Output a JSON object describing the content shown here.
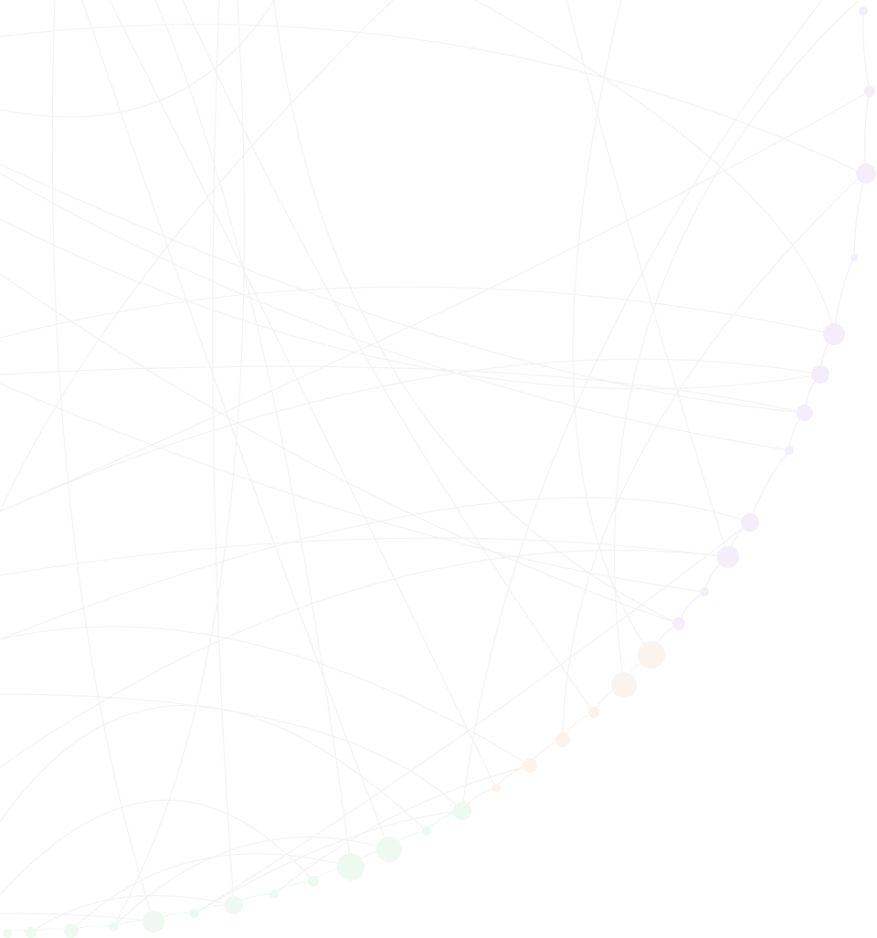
{
  "diagram": {
    "type": "circular-network",
    "background": "#ffffff",
    "edge_color": "#f2f2f2",
    "node_groups": [
      {
        "name": "",
        "color": "#f3eefa"
      },
      {
        "name": "",
        "color": "#faf3ee"
      },
      {
        "name": "",
        "color": "#eef9f1"
      }
    ],
    "node_count": 36,
    "edge_count": 40
  }
}
